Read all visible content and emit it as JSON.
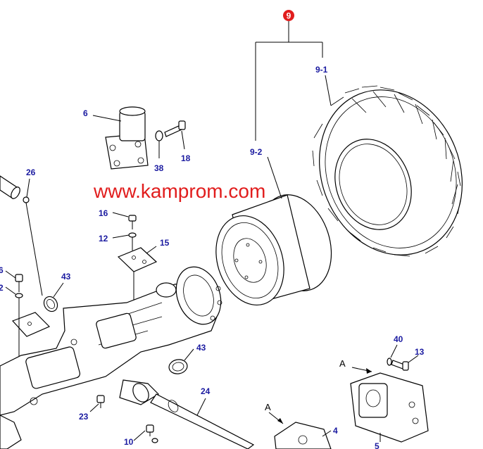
{
  "watermark": "www.kamprom.com",
  "badge": {
    "text": "9",
    "color": "#e11d1d"
  },
  "colors": {
    "label": "#1a1aa0",
    "watermark": "#e11d1d",
    "line": "#000000"
  },
  "labels": {
    "l9_1": "9-1",
    "l9_2": "9-2",
    "l6": "6",
    "l38": "38",
    "l18": "18",
    "l26": "26",
    "l16": "16",
    "l12": "12",
    "l15": "15",
    "l6_edge": "6",
    "l2_edge": "2",
    "l43a": "43",
    "l43b": "43",
    "l24": "24",
    "l23": "23",
    "l10": "10",
    "l40": "40",
    "l13": "13",
    "l4": "4",
    "l5": "5",
    "arrowA1": "A",
    "arrowA2": "A"
  }
}
